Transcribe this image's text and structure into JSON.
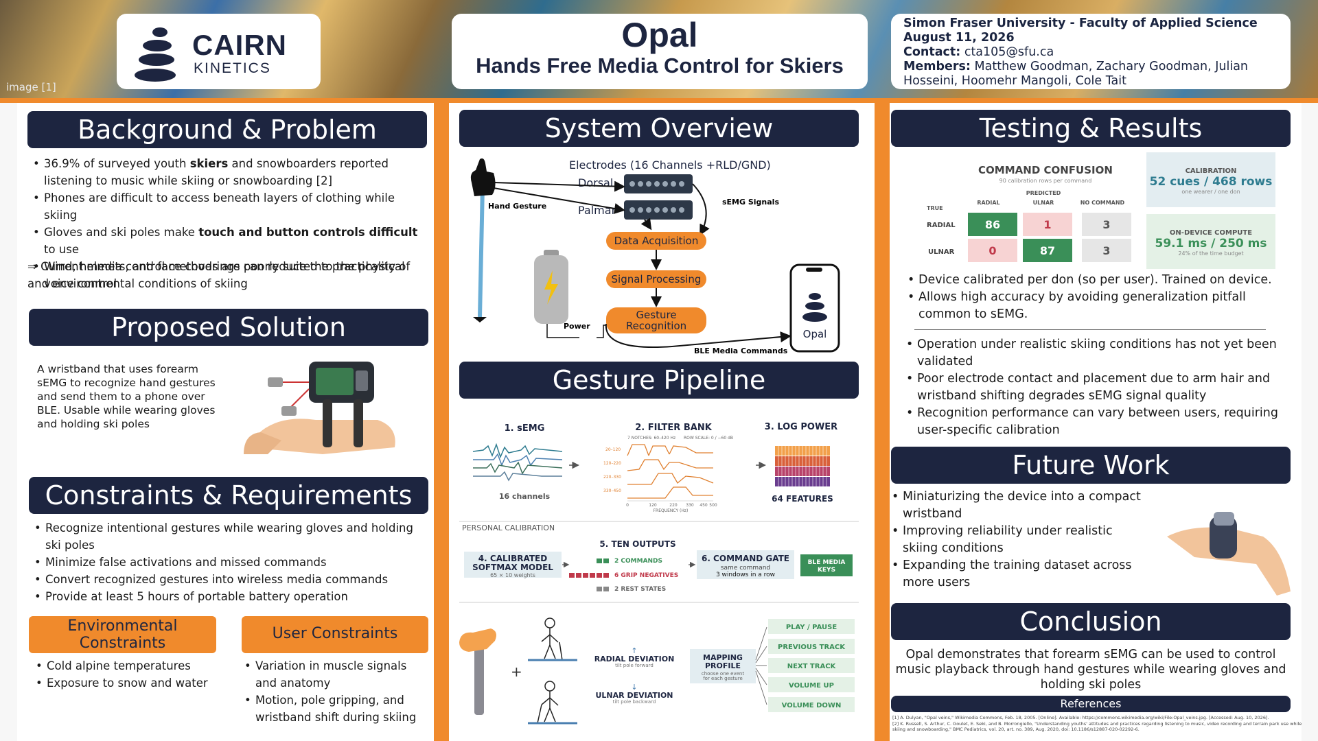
{
  "header": {
    "image_credit": "image [1]",
    "logo_name": "CAIRN",
    "logo_sub": "KINETICS",
    "title": "Opal",
    "subtitle": "Hands Free Media Control for Skiers",
    "university": "Simon Fraser University - Faculty of Applied Science",
    "date": "August 11, 2026",
    "contact_label": "Contact:",
    "contact": "cta105@sfu.ca",
    "members_label": "Members:",
    "members": "Matthew Goodman, Zachary Goodman, Julian Hosseini, Hoomehr Mangoli, Cole Tait"
  },
  "background": {
    "heading": "Background & Problem",
    "b1_pre": "36.9% of surveyed youth ",
    "b1_bold": "skiers",
    "b1_post": " and snowboarders reported listening to music while skiing or snowboarding [2]",
    "b2": "Phones are difficult to access beneath layers of clothing while skiing",
    "b3_pre": "Gloves and ski poles make ",
    "b3_bold": "touch and button controls difficult",
    "b3_post": " to use",
    "b4": "Wind, helmets, and face coverings can reduce the practicality of voice control",
    "conclusion": "⇒ Current media control methods are poorly suited to the physical and environmental conditions of skiing"
  },
  "solution": {
    "heading": "Proposed Solution",
    "text": "A wristband that uses forearm sEMG to recognize hand gestures and send them to a phone over BLE. Usable while wearing gloves and holding ski poles"
  },
  "constraints": {
    "heading": "Constraints & Requirements",
    "items": [
      "Recognize intentional gestures while wearing gloves and holding ski poles",
      "Minimize false activations and missed commands",
      "Convert recognized gestures into wireless media commands",
      "Provide at least 5 hours of portable battery operation"
    ],
    "env_heading": "Environmental Constraints",
    "env_items": [
      "Cold alpine temperatures",
      "Exposure to snow and water"
    ],
    "user_heading": "User Constraints",
    "user_items": [
      "Variation in muscle signals and anatomy",
      "Motion, pole gripping, and wristband shift during skiing"
    ]
  },
  "overview": {
    "heading": "System Overview",
    "electrodes": "Electrodes (16 Channels +RLD/GND)",
    "dorsal": "Dorsal",
    "palmar": "Palmar",
    "hand_gesture": "Hand Gesture",
    "semg_signals": "sEMG Signals",
    "daq": "Data Acquisition",
    "sp": "Signal Processing",
    "gr1": "Gesture",
    "gr2": "Recognition",
    "power": "Power",
    "ble": "BLE Media Commands",
    "phone": "Opal"
  },
  "pipeline": {
    "heading": "Gesture Pipeline",
    "s1": "1. sEMG",
    "s1_sub": "16 channels",
    "s2": "2. FILTER BANK",
    "s2_note1": "7 NOTCHES: 60–420 Hz",
    "s2_note2": "ROW SCALE: 0 / −60 dB",
    "bands": [
      "20–120",
      "120–220",
      "220–330",
      "330–450"
    ],
    "freq_ticks": [
      "0",
      "120",
      "220",
      "330",
      "450",
      "500"
    ],
    "freq_label": "FREQUENCY (Hz)",
    "s3": "3. LOG POWER",
    "s3_sub": "64 FEATURES",
    "personal": "PERSONAL CALIBRATION",
    "s4a": "4. CALIBRATED",
    "s4b": "SOFTMAX MODEL",
    "s4_sub": "65 × 10 weights",
    "s5": "5. TEN OUTPUTS",
    "o1": "2 COMMANDS",
    "o2": "6 GRIP NEGATIVES",
    "o3": "2 REST STATES",
    "s6": "6. COMMAND GATE",
    "s6_sub1": "same command",
    "s6_sub2": "3 windows in a row",
    "ble1": "BLE MEDIA",
    "ble2": "KEYS",
    "radial": "RADIAL DEVIATION",
    "radial_sub": "tilt pole forward",
    "ulnar": "ULNAR DEVIATION",
    "ulnar_sub": "tilt pole backward",
    "map1": "MAPPING",
    "map2": "PROFILE",
    "map_sub1": "choose one event",
    "map_sub2": "for each gesture",
    "actions": [
      "PLAY / PAUSE",
      "PREVIOUS TRACK",
      "NEXT TRACK",
      "VOLUME UP",
      "VOLUME DOWN"
    ]
  },
  "testing": {
    "heading": "Testing & Results",
    "cm_title": "COMMAND CONFUSION",
    "cm_sub": "90 calibration rows per command",
    "predicted": "PREDICTED",
    "true": "TRUE",
    "cols": [
      "RADIAL",
      "ULNAR",
      "NO COMMAND"
    ],
    "rows": [
      {
        "label": "RADIAL",
        "values": [
          86,
          1,
          3
        ]
      },
      {
        "label": "ULNAR",
        "values": [
          0,
          87,
          3
        ]
      }
    ],
    "cal_label": "CALIBRATION",
    "cal_value": "52 cues / 468 rows",
    "cal_sub": "one wearer / one don",
    "comp_label": "ON-DEVICE COMPUTE",
    "comp_value": "59.1 ms / 250 ms",
    "comp_sub": "24% of the time budget",
    "b1": [
      "Device calibrated per don (so per user). Trained on device.",
      "Allows high accuracy by avoiding generalization pitfall common to sEMG."
    ],
    "b2": [
      "Operation under realistic skiing conditions has not yet been validated",
      "Poor electrode contact and placement due to arm hair and wristband shifting degrades sEMG signal quality",
      "Recognition performance can vary between users, requiring user-specific calibration"
    ]
  },
  "future": {
    "heading": "Future Work",
    "items": [
      "Miniaturizing the device into a compact wristband",
      "Improving reliability under realistic skiing conditions",
      "Expanding the training dataset across more users"
    ]
  },
  "conclusion": {
    "heading": "Conclusion",
    "text": "Opal demonstrates that forearm sEMG can be used to control music playback through hand gestures while wearing gloves and holding ski poles",
    "refs_heading": "References",
    "ref1": "[1] A. Dulyan, \"Opal veins,\" Wikimedia Commons, Feb. 18, 2005. [Online]. Available: https://commons.wikimedia.org/wiki/File:Opal_veins.jpg. [Accessed: Aug. 10, 2026].",
    "ref2": "[2] K. Russell, S. Arthur, C. Goulet, E. Seki, and B. Morrongiello, \"Understanding youths' attitudes and practices regarding listening to music, video recording and terrain park use while skiing and snowboarding,\" BMC Pediatrics, vol. 20, art. no. 389, Aug. 2020, doi: 10.1186/s12887-020-02292-6."
  },
  "colors": {
    "navy": "#1d2540",
    "orange": "#f08a2c",
    "green": "#3a8f58",
    "pink": "#f7d3d3",
    "grey": "#e6e6e6"
  }
}
